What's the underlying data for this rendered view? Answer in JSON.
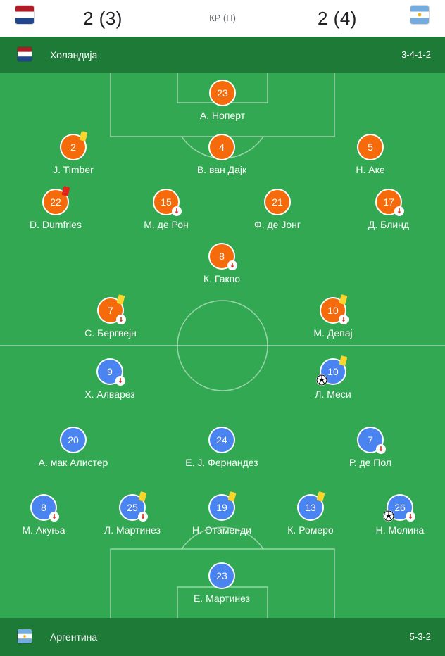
{
  "header": {
    "home_score": "2 (3)",
    "away_score": "2 (4)",
    "status": "КР (П)",
    "home_flag": "netherlands-flag",
    "away_flag": "argentina-flag"
  },
  "home": {
    "team_name": "Холандија",
    "formation": "3-4-1-2",
    "color": "#f56a0a",
    "players": [
      {
        "number": "23",
        "name": "А. Ноперт",
        "card": "",
        "sub": false,
        "goal": false
      },
      {
        "number": "2",
        "name": "J. Timber",
        "card": "yellow",
        "sub": false,
        "goal": false
      },
      {
        "number": "4",
        "name": "В. ван Дајк",
        "card": "",
        "sub": false,
        "goal": false
      },
      {
        "number": "5",
        "name": "Н. Аке",
        "card": "",
        "sub": false,
        "goal": false
      },
      {
        "number": "22",
        "name": "D. Dumfries",
        "card": "red",
        "sub": false,
        "goal": false
      },
      {
        "number": "15",
        "name": "М. де Рон",
        "card": "",
        "sub": true,
        "goal": false
      },
      {
        "number": "21",
        "name": "Ф. де Јонг",
        "card": "",
        "sub": false,
        "goal": false
      },
      {
        "number": "17",
        "name": "Д. Блинд",
        "card": "",
        "sub": true,
        "goal": false
      },
      {
        "number": "8",
        "name": "К. Гакпо",
        "card": "",
        "sub": true,
        "goal": false
      },
      {
        "number": "7",
        "name": "С. Бергвејн",
        "card": "yellow",
        "sub": true,
        "goal": false
      },
      {
        "number": "10",
        "name": "М. Депај",
        "card": "yellow",
        "sub": true,
        "goal": false
      }
    ]
  },
  "away": {
    "team_name": "Аргентина",
    "formation": "5-3-2",
    "color": "#4a84f0",
    "players": [
      {
        "number": "9",
        "name": "Х. Алварез",
        "card": "",
        "sub": true,
        "goal": false
      },
      {
        "number": "10",
        "name": "Л. Меси",
        "card": "yellow",
        "sub": false,
        "goal": true
      },
      {
        "number": "20",
        "name": "А. мак Алистер",
        "card": "",
        "sub": false,
        "goal": false
      },
      {
        "number": "24",
        "name": "Е. Ј. Фернандез",
        "card": "",
        "sub": false,
        "goal": false
      },
      {
        "number": "7",
        "name": "Р. де Пол",
        "card": "",
        "sub": true,
        "goal": false
      },
      {
        "number": "8",
        "name": "М. Акуња",
        "card": "",
        "sub": true,
        "goal": false
      },
      {
        "number": "25",
        "name": "Л. Мартинез",
        "card": "yellow",
        "sub": true,
        "goal": false
      },
      {
        "number": "19",
        "name": "Н. Отаменди",
        "card": "yellow",
        "sub": false,
        "goal": false
      },
      {
        "number": "13",
        "name": "К. Ромеро",
        "card": "yellow",
        "sub": false,
        "goal": false
      },
      {
        "number": "26",
        "name": "Н. Молина",
        "card": "",
        "sub": true,
        "goal": true
      },
      {
        "number": "23",
        "name": "Е. Мартинез",
        "card": "",
        "sub": false,
        "goal": false
      }
    ]
  }
}
